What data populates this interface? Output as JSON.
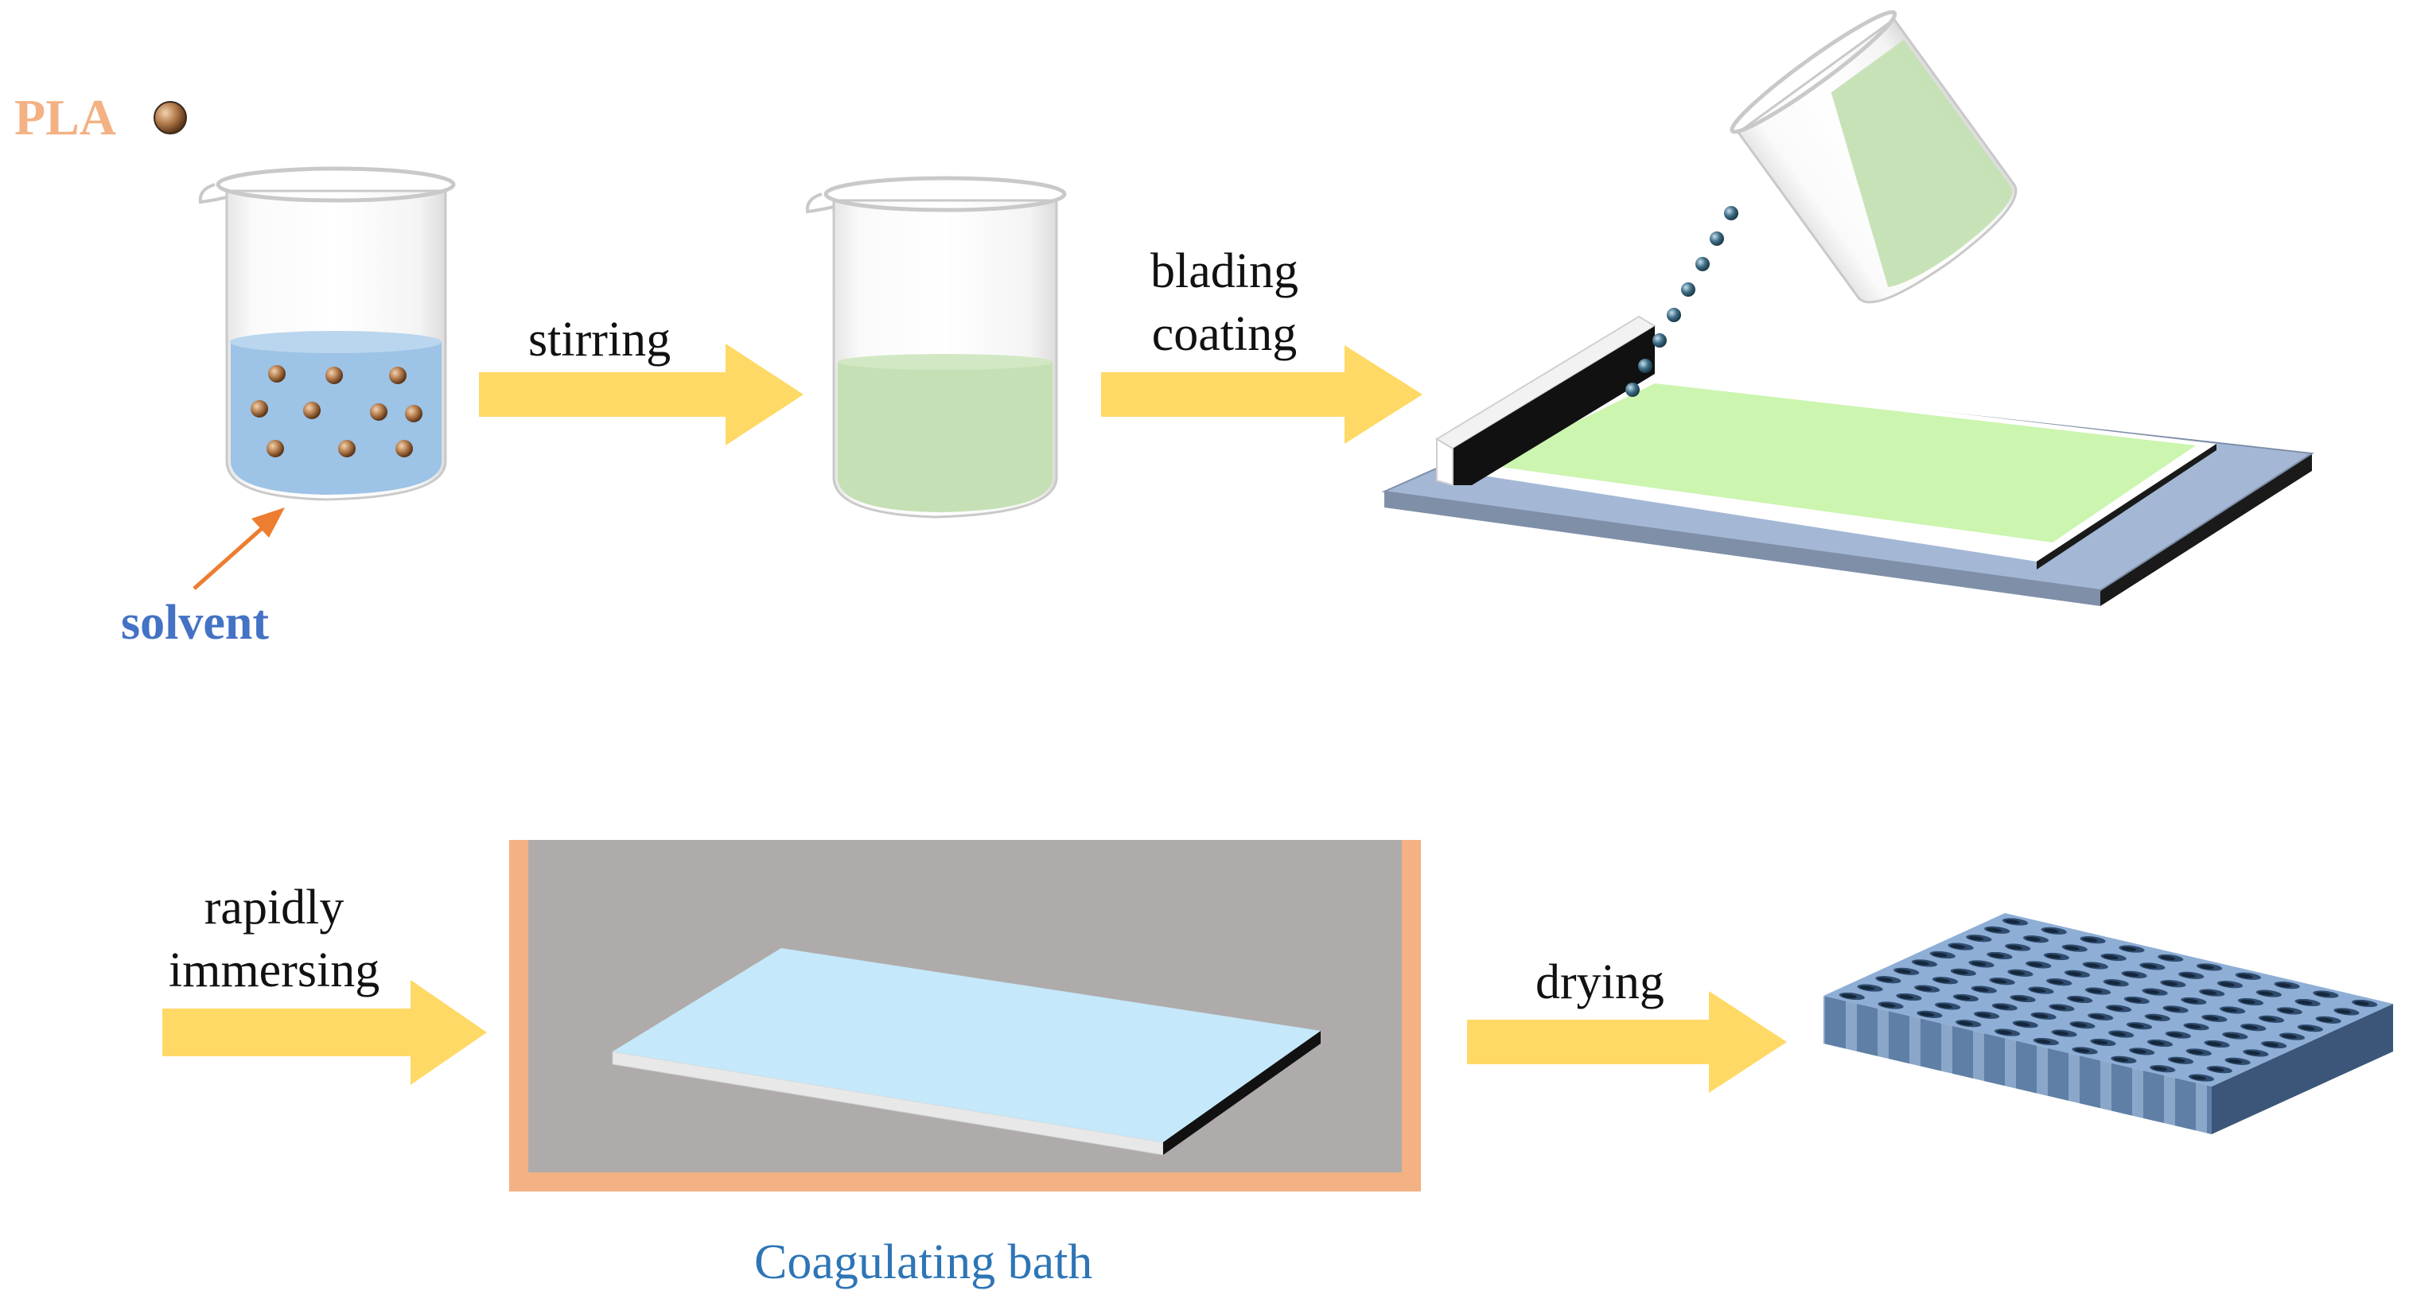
{
  "labels": {
    "pla": "PLA",
    "solvent": "solvent",
    "stirring": "stirring",
    "blading_line1": "blading",
    "blading_line2": "coating",
    "rapidly_line1": "rapidly",
    "rapidly_line2": "immersing",
    "drying": "drying",
    "bath": "Coagulating bath"
  },
  "colors": {
    "arrow": "#ffd966",
    "solvent_liquid": "#9dc3e6",
    "solution_liquid": "#c5e0b4",
    "film_green": "#ccf5b0",
    "film_blue": "#c5e8fa",
    "plate": "#a4b8d6",
    "bath_water": "#afabab",
    "bath_wall": "#f4b183",
    "pla_particle": "#c58a5a",
    "membrane": "#8eaed6",
    "pla_label": "#f4b183",
    "solvent_label": "#4472c4",
    "bath_label": "#2e75b6"
  }
}
